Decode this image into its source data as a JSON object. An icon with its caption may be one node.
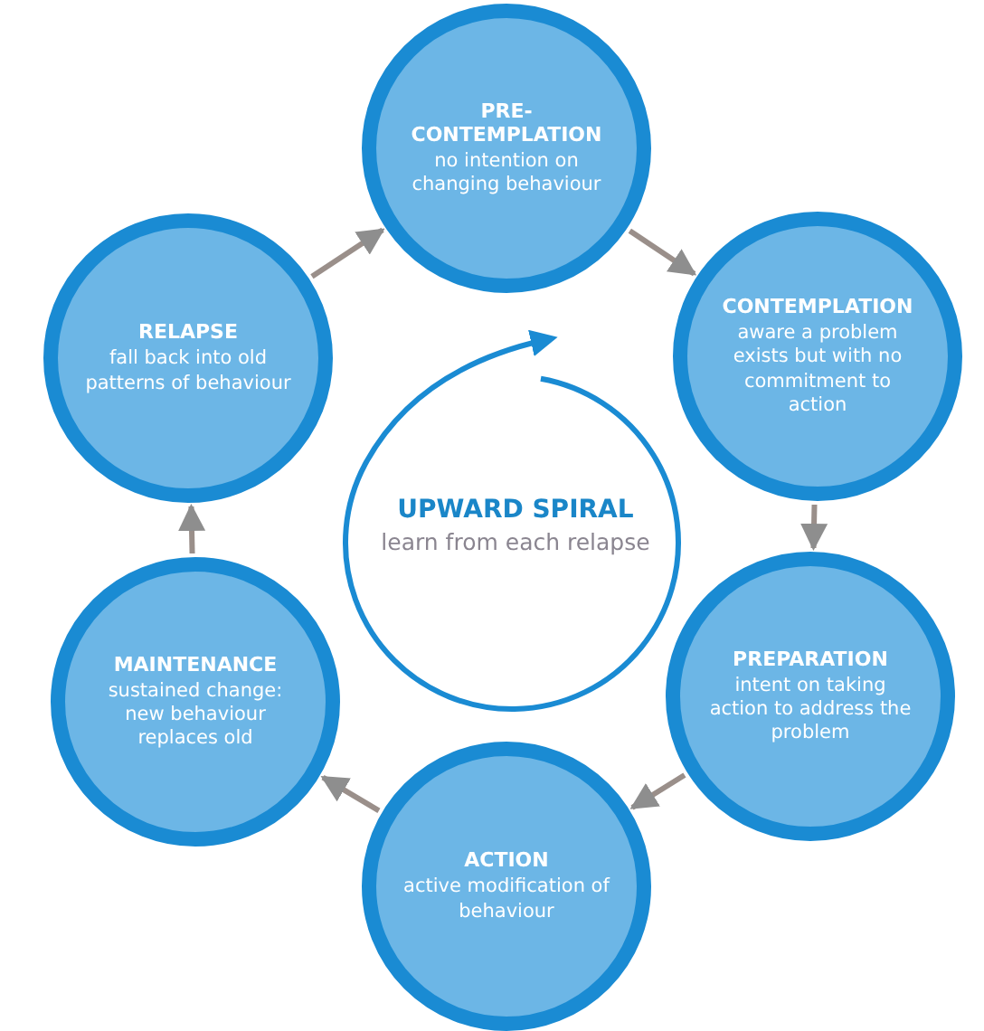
{
  "diagram": {
    "nodes": [
      {
        "text": [
          "PRE-CONTEMPLATION",
          "no intention on changing behaviour"
        ]
      },
      {
        "text": [
          "CONTEMPLATION",
          "aware a problem exists but with no commitment to action"
        ]
      },
      {
        "text": [
          "PREPARATION",
          "intent on taking action to address the problem"
        ]
      },
      {
        "text": [
          "ACTION",
          "active modification of behaviour"
        ]
      },
      {
        "text": [
          "MAINTENANCE",
          "sustained change: new behaviour replaces old"
        ]
      },
      {
        "text": [
          "RELAPSE",
          "fall back into old patterns of behaviour"
        ]
      },
      {
        "text": [
          "UPWARD SPIRAL",
          "learn from each relapse"
        ]
      }
    ],
    "edges": [
      {
        "from": 0,
        "to": 1,
        "arrow": "to"
      },
      {
        "from": 1,
        "to": 2,
        "arrow": "to"
      },
      {
        "from": 2,
        "to": 3,
        "arrow": "to"
      },
      {
        "from": 3,
        "to": 4,
        "arrow": "to"
      },
      {
        "from": 4,
        "to": 5,
        "arrow": "to"
      },
      {
        "from": 5,
        "to": 0,
        "arrow": "to"
      }
    ]
  }
}
